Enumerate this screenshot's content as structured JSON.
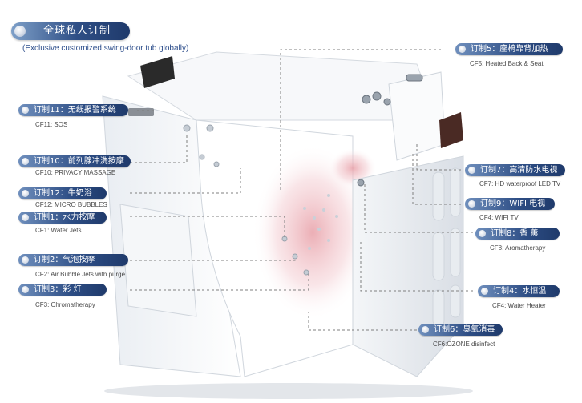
{
  "header": {
    "title": "全球私人订制",
    "subtitle": "(Exclusive customized swing-door tub globally)"
  },
  "features": [
    {
      "zh": "订制11：无线报警系统",
      "en": "CF11: SOS"
    },
    {
      "zh": "订制10：前列腺冲洗按摩",
      "en": "CF10: PRIVACY MASSAGE"
    },
    {
      "zh": "订制12：牛奶浴",
      "en": "CF12: MICRO BUBBLES"
    },
    {
      "zh": "订制1：水力按摩",
      "en": "CF1:  Water Jets"
    },
    {
      "zh": "订制2：气泡按摩",
      "en": "CF2:  Air Bubble Jets with purge"
    },
    {
      "zh": "订制3：彩    灯",
      "en": "CF3: Chromatherapy"
    },
    {
      "zh": "订制5：座椅靠背加热",
      "en": "CF5: Heated Back & Seat"
    },
    {
      "zh": "订制7：高清防水电视",
      "en": "CF7: HD waterproof LED TV"
    },
    {
      "zh": "订制9：WIFI 电视",
      "en": "CF4: WIFI TV"
    },
    {
      "zh": "订制8：香    薰",
      "en": "CF8: Aromatherapy"
    },
    {
      "zh": "订制4：水恒温",
      "en": "CF4: Water Heater"
    },
    {
      "zh": "订制6：臭氧消毒",
      "en": "CF6:OZONE disinfect"
    }
  ],
  "colors": {
    "pill_dark": "#1f3a6b",
    "pill_light": "#6f8fbd",
    "subtitle": "#2e4f8c",
    "leader": "#7f7f7f"
  }
}
